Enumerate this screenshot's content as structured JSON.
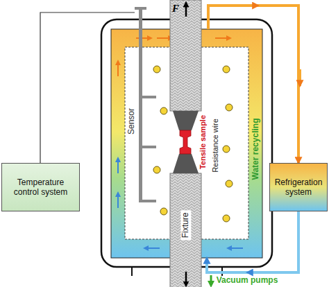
{
  "diagram": {
    "nodes": [
      {
        "text": [
          "Temperature control system"
        ]
      },
      {
        "text": [
          "Water recycling"
        ]
      },
      {
        "text": [
          "Refrigeration system"
        ]
      }
    ],
    "edges": [
      {
        "from": 1,
        "to": 2,
        "arrow": "to"
      },
      {
        "from": 2,
        "to": 1,
        "arrow": "to"
      }
    ],
    "labels": [
      "F",
      "Sensor",
      "Tensile sample",
      "Resistance wire",
      "Fixture",
      "Vacuum pumps"
    ]
  }
}
